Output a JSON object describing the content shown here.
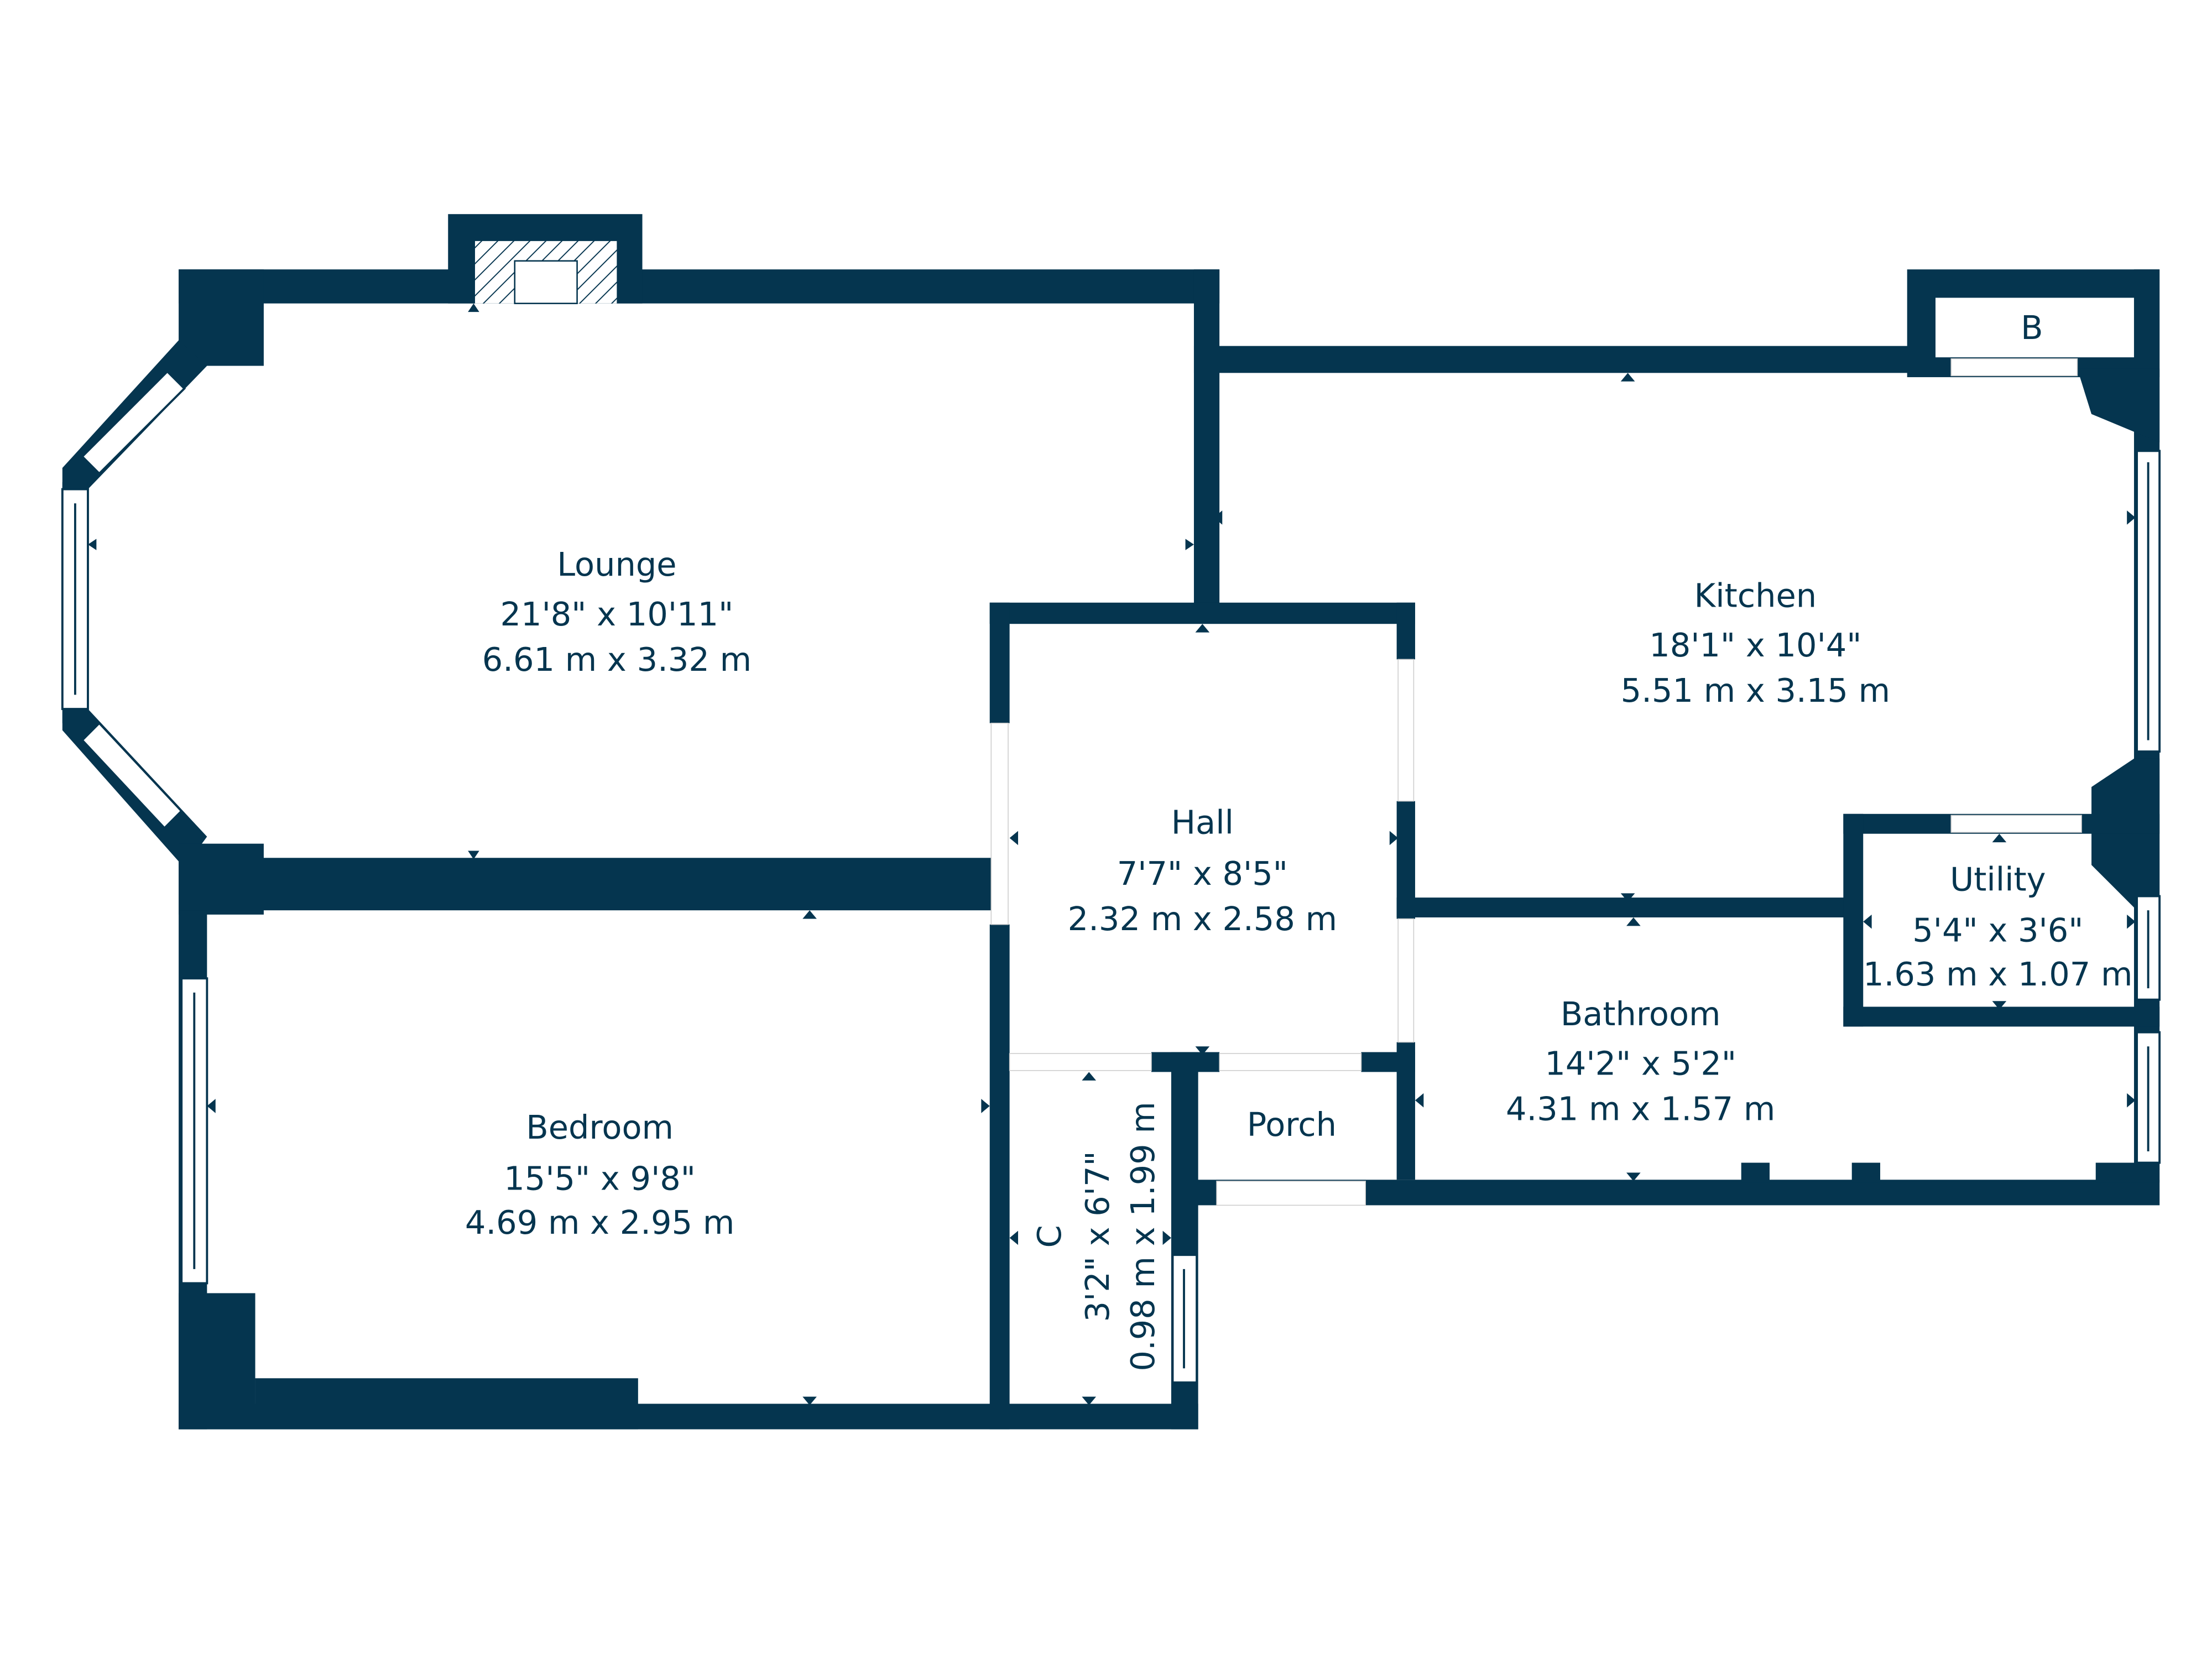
{
  "colors": {
    "wall": "#05354f",
    "background": "#ffffff"
  },
  "rooms": {
    "lounge": {
      "name": "Lounge",
      "imperial": "21'8\" x 10'11\"",
      "metric": "6.61 m x 3.32 m"
    },
    "kitchen": {
      "name": "Kitchen",
      "imperial": "18'1\" x 10'4\"",
      "metric": "5.51 m x 3.15 m"
    },
    "hall": {
      "name": "Hall",
      "imperial": "7'7\" x 8'5\"",
      "metric": "2.32 m x 2.58 m"
    },
    "utility": {
      "name": "Utility",
      "imperial": "5'4\" x 3'6\"",
      "metric": "1.63 m x 1.07 m"
    },
    "bathroom": {
      "name": "Bathroom",
      "imperial": "14'2\" x 5'2\"",
      "metric": "4.31 m x 1.57 m"
    },
    "bedroom": {
      "name": "Bedroom",
      "imperial": "15'5\" x 9'8\"",
      "metric": "4.69 m x 2.95 m"
    },
    "porch": {
      "name": "Porch"
    },
    "cupboard": {
      "name": "C",
      "imperial": "3'2\" x 6'7\"",
      "metric": "0.98 m x 1.99 m"
    },
    "boiler": {
      "name": "B"
    }
  }
}
